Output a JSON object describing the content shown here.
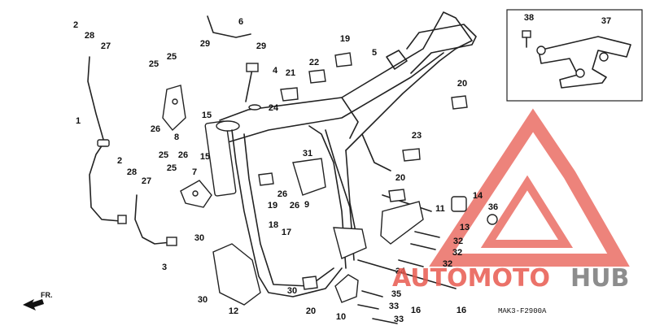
{
  "diagram": {
    "code": "MAK3-F2900A",
    "direction_label": "FR.",
    "callouts": [
      "1",
      "2",
      "28",
      "27",
      "2",
      "28",
      "27",
      "3",
      "4",
      "5",
      "6",
      "29",
      "29",
      "7",
      "8",
      "9",
      "10",
      "11",
      "12",
      "13",
      "14",
      "36",
      "15",
      "15",
      "16",
      "16",
      "17",
      "18",
      "19",
      "19",
      "20",
      "20",
      "20",
      "21",
      "22",
      "23",
      "24",
      "25",
      "25",
      "25",
      "25",
      "26",
      "26",
      "26",
      "26",
      "30",
      "30",
      "30",
      "31",
      "32",
      "32",
      "32",
      "33",
      "33",
      "34",
      "35",
      "37",
      "38"
    ]
  },
  "watermark": {
    "part1": "AUTOMOTO",
    "part2": "HUB",
    "colors": {
      "red": "#e85a4f",
      "gray": "#7a7a7a"
    }
  }
}
